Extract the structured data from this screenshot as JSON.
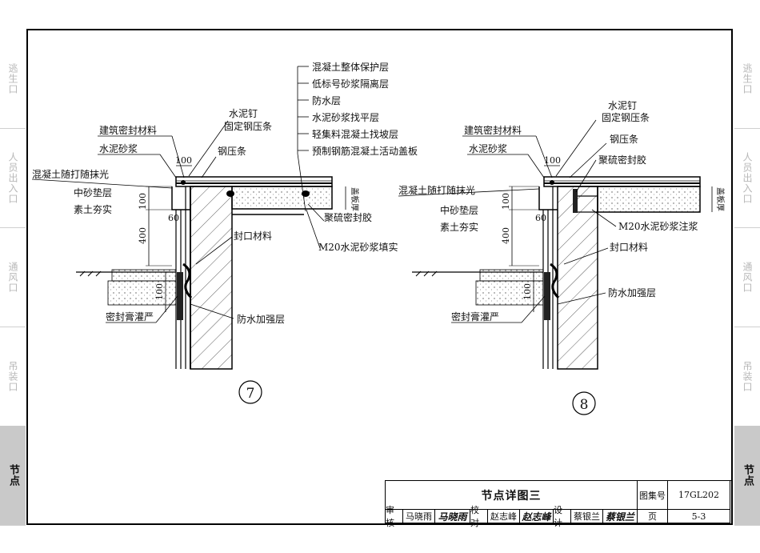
{
  "side_tabs": [
    {
      "label": "逃生口",
      "active": false
    },
    {
      "label": "人员出入口",
      "active": false
    },
    {
      "label": "通风口",
      "active": false
    },
    {
      "label": "吊装口",
      "active": false
    },
    {
      "label": "节点",
      "active": true
    }
  ],
  "detail_7": {
    "number": "7",
    "labels": {
      "protect": "混凝土整体保护层",
      "isolation": "低标号砂浆隔离层",
      "waterproof": "防水层",
      "leveling": "水泥砂浆找平层",
      "slope": "轻集料混凝土找坡层",
      "cover": "预制钢筋混凝土活动盖板",
      "nail": "水泥钉",
      "fix_strip": "固定钢压条",
      "sealant_material": "建筑密封材料",
      "mortar": "水泥砂浆",
      "strip": "钢压条",
      "plaster": "混凝土随打随抹光",
      "sand": "中砂垫层",
      "soil": "素土夯实",
      "polysulfide": "聚硫密封胶",
      "m20": "M20水泥砂浆填实",
      "seal_material": "封口材料",
      "reinforce": "防水加强层",
      "paste": "密封膏灌严",
      "slab_thickness": "盖板厚"
    },
    "dims": {
      "d100_top": "100",
      "d100_side": "100",
      "d60": "60",
      "d400": "400",
      "d100_bottom": "100"
    }
  },
  "detail_8": {
    "number": "8",
    "labels": {
      "nail": "水泥钉",
      "fix_strip": "固定钢压条",
      "sealant_material": "建筑密封材料",
      "strip": "钢压条",
      "mortar": "水泥砂浆",
      "polysulfide": "聚硫密封胶",
      "plaster": "混凝土随打随抹光",
      "sand": "中砂垫层",
      "soil": "素土夯实",
      "m20": "M20水泥砂浆注浆",
      "seal_material": "封口材料",
      "reinforce": "防水加强层",
      "paste": "密封膏灌严",
      "slab_thickness": "盖板厚"
    },
    "dims": {
      "d100_top": "100",
      "d100_side": "100",
      "d60": "60",
      "d400": "400",
      "d100_bottom": "100"
    }
  },
  "title_block": {
    "title": "节点详图三",
    "atlas_label": "图集号",
    "atlas_no": "17GL202",
    "page_label": "页",
    "page_no": "5-3",
    "review_label": "审核",
    "reviewer": "马晓雨",
    "reviewer_sig": "马晓雨",
    "check_label": "校对",
    "checker": "赵志峰",
    "checker_sig": "赵志峰",
    "design_label": "设计",
    "designer": "蔡银兰",
    "designer_sig": "蔡银兰"
  }
}
